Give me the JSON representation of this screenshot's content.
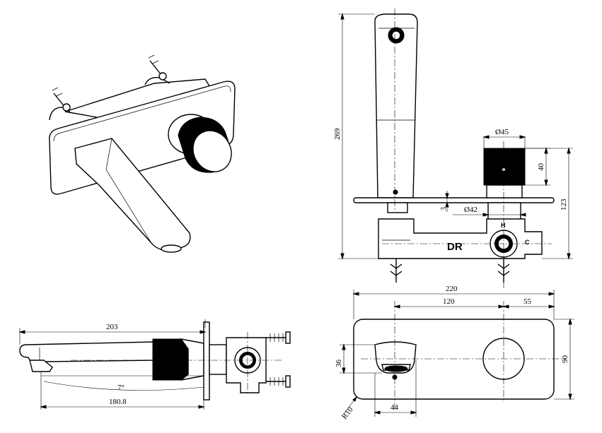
{
  "drawing": {
    "front_view": {
      "dim_height_total": "269",
      "dim_diameter_handle": "Ø45",
      "dim_handle_height": "40",
      "dim_height_right": "123",
      "dim_plate_offset": "3",
      "dim_diameter_body": "Ø42",
      "body_logo": "DR",
      "hot_marker": "H",
      "cold_marker": "C"
    },
    "side_view": {
      "dim_overall_length": "203",
      "dim_angle": "7°",
      "dim_spout_reach": "180.8"
    },
    "plate_view": {
      "dim_plate_width": "220",
      "dim_centers": "120",
      "dim_edge_to_center": "55",
      "dim_plate_height": "90",
      "dim_spout_height": "36",
      "dim_spout_width": "44",
      "dim_corner_radius": "R10"
    }
  }
}
